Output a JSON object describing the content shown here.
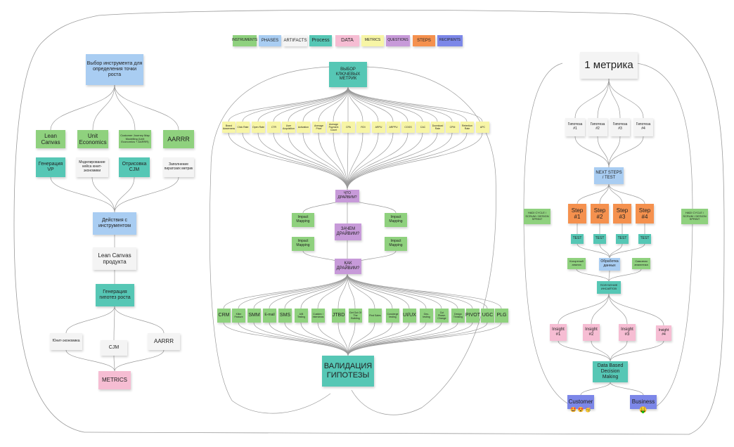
{
  "legend": [
    "INSTRUMENTS",
    "PHASES",
    "ARTIFACTS",
    "Process",
    "DATA",
    "METRICS",
    "QUESTIONS",
    "STEPS",
    "RECIPIENTS"
  ],
  "left": {
    "choose_tool": "Выбор инструмента для определения точки роста",
    "tools": [
      "Lean Canvas",
      "Unit Economics",
      "Customer Journey Map Modelling (Unit Economics + AARRR)",
      "AARRR"
    ],
    "tool_steps": [
      "Генерация VP",
      "Моделирование кейса юнит-экономики",
      "Отрисовка CJM",
      "Заполнение пиратских метрик"
    ],
    "actions": "Действия с инструментом",
    "lean_product": "Lean Canvas продукта",
    "hypothesis_gen": "Генерация гипотез роста",
    "unit_econ": "Юнит-экономика",
    "cjm": "CJM",
    "aarrr": "AARRR",
    "metrics": "METRICS"
  },
  "center": {
    "choose_metrics": "ВЫБОР КЛЮЧЕВЫХ МЕТРИК",
    "metric_items": [
      "Brand Awareness",
      "Click Rate",
      "Open Rate",
      "CTR",
      "User Acquisition",
      "Activation",
      "Average Price",
      "Average Payment Count",
      "CPA",
      "ROI",
      "ARPU",
      "ARPPU",
      "COGS",
      "CAC",
      "Download Rate",
      "CPM",
      "Retention Rate",
      "APC"
    ],
    "what_drives": "ЧТО ДРАЙВИМ?",
    "why_drives": "ЗАЧЕМ ДРАЙВИМ?",
    "how_drives": "КАК ДРАЙВИМ?",
    "impact_mapping": "Impact Mapping",
    "instruments": [
      "CRM",
      "Killer Feature",
      "SMM",
      "E-mail",
      "SMS",
      "A/B Testing",
      "Custdev / Interviews",
      "JTBD",
      "Get Out Of The Building",
      "First Sales",
      "Concierge testing",
      "UI/UX",
      "Geo-testing",
      "Cut Phase-Change",
      "Design Thinking",
      "PIVOT",
      "UGC",
      "PLG"
    ],
    "validation": "ВАЛИДАЦИЯ ГИПОТЕЗЫ"
  },
  "right": {
    "one_metric": "1 метрика",
    "hypotheses": [
      "Гипотеза #1",
      "Гипотеза #2",
      "Гипотеза #3",
      "Гипотеза #4"
    ],
    "next_steps": "NEXT STEPS / TEST",
    "hadi": "HADI CYCLE / SCRUM / DESIGN SPRINT",
    "steps": [
      "Step #1",
      "Step #2",
      "Step #3",
      "Step #4"
    ],
    "test": "TEST",
    "cohort": "Когортный анализ",
    "processing": "Обработка данных",
    "end_to_end": "Сквозная аналитика",
    "insights_get": "ПОЛУЧЕНИЕ ИНСАЙТОВ",
    "insights": [
      "Insight #1",
      "Insight #2",
      "Insight #3",
      "Insight #4"
    ],
    "ddm": "Data Based Decision Making",
    "customer": "Customer",
    "business": "Business",
    "customer_emoji": "🤩 😍 🥳",
    "business_emoji": "🤑"
  },
  "colors": {
    "green": "#8fd17e",
    "blue": "#a9cdf2",
    "teal": "#56c7b5",
    "pink": "#f6bdd3",
    "yellow": "#f7f5a6",
    "purple": "#c79ad9",
    "orange": "#f5914e",
    "indigo": "#7c87e8"
  }
}
